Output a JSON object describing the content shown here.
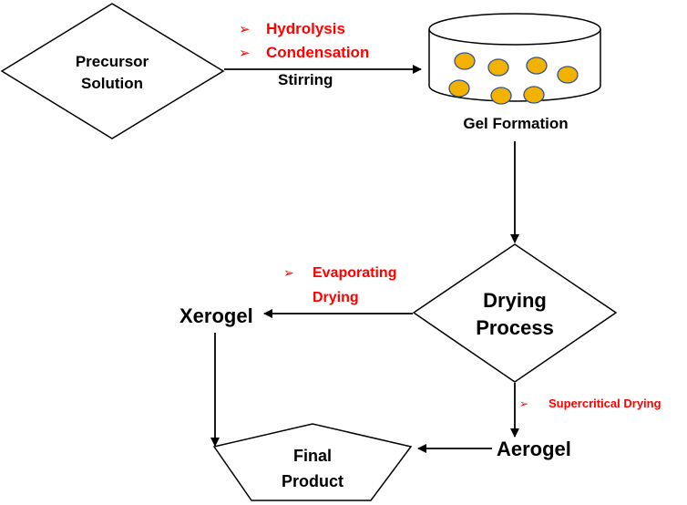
{
  "nodes": {
    "precursor": {
      "line1": "Precursor",
      "line2": "Solution"
    },
    "gel": {
      "label": "Gel Formation"
    },
    "drying": {
      "line1": "Drying",
      "line2": "Process"
    },
    "xerogel": {
      "label": "Xerogel"
    },
    "aerogel": {
      "label": "Aerogel"
    },
    "final": {
      "line1": "Final",
      "line2": "Product"
    }
  },
  "edges": {
    "precursor_to_gel": {
      "bullets": [
        "Hydrolysis",
        "Condensation"
      ],
      "label": "Stirring"
    },
    "drying_to_xerogel": {
      "line1": "Evaporating",
      "line2": "Drying"
    },
    "drying_to_aerogel": {
      "label": "Supercritical Drying"
    }
  },
  "colors": {
    "accent_text": "#ff0000",
    "gel_particle": "#f4b200",
    "gel_particle_border": "#2f5496",
    "line": "#000000"
  },
  "bullet_glyph": "➢"
}
